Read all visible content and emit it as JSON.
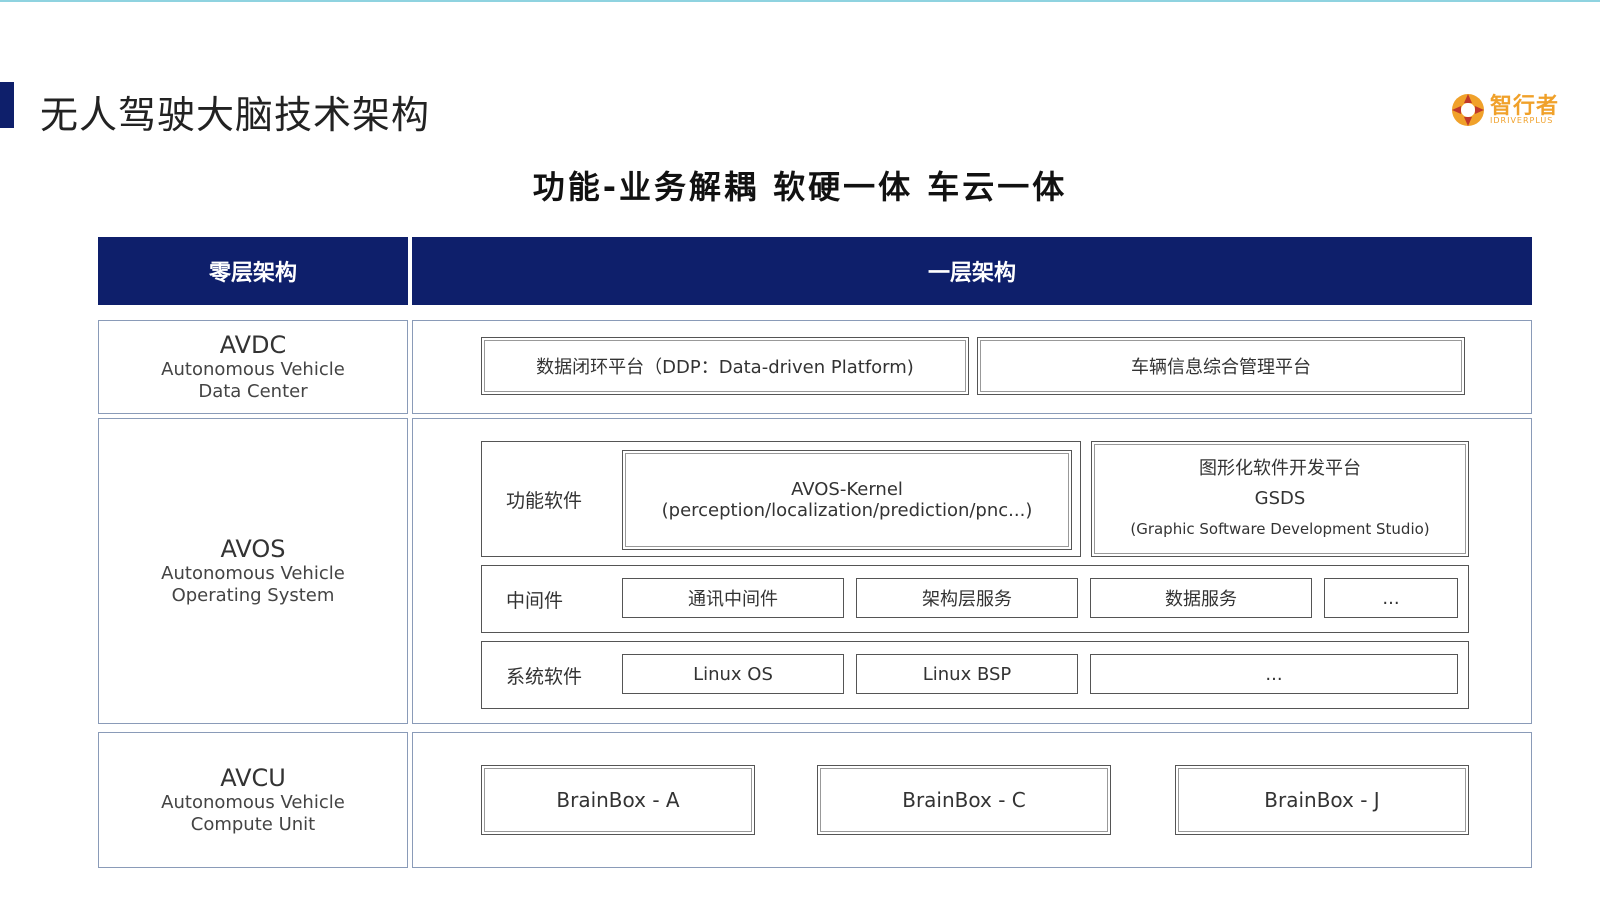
{
  "slide": {
    "title": "无人驾驶大脑技术架构",
    "subtitle": "功能-业务解耦 软硬一体 车云一体"
  },
  "logo": {
    "name": "智行者",
    "tagline": "IDRIVERPLUS",
    "accent": "#f0a12a"
  },
  "colors": {
    "header_bg": "#0e1f6b",
    "border": "#8a9bb8"
  },
  "headers": {
    "layer0": "零层架构",
    "layer1": "一层架构"
  },
  "rows": {
    "avdc": {
      "name": "AVDC",
      "sub1": "Autonomous Vehicle",
      "sub2": "Data Center",
      "boxes": [
        "数据闭环平台（DDP：Data-driven Platform)",
        "车辆信息综合管理平台"
      ]
    },
    "avos": {
      "name": "AVOS",
      "sub1": "Autonomous Vehicle",
      "sub2": "Operating System",
      "function_software": {
        "label": "功能软件",
        "kernel_title": "AVOS-Kernel",
        "kernel_sub": "(perception/localization/prediction/pnc...)"
      },
      "gsds": {
        "title": "图形化软件开发平台",
        "name": "GSDS",
        "full": "(Graphic Software Development Studio)"
      },
      "middleware": {
        "label": "中间件",
        "items": [
          "通讯中间件",
          "架构层服务",
          "数据服务",
          "..."
        ]
      },
      "system_software": {
        "label": "系统软件",
        "items": [
          "Linux OS",
          "Linux BSP",
          "..."
        ]
      }
    },
    "avcu": {
      "name": "AVCU",
      "sub1": "Autonomous Vehicle",
      "sub2": "Compute Unit",
      "boxes": [
        "BrainBox - A",
        "BrainBox - C",
        "BrainBox - J"
      ]
    }
  }
}
